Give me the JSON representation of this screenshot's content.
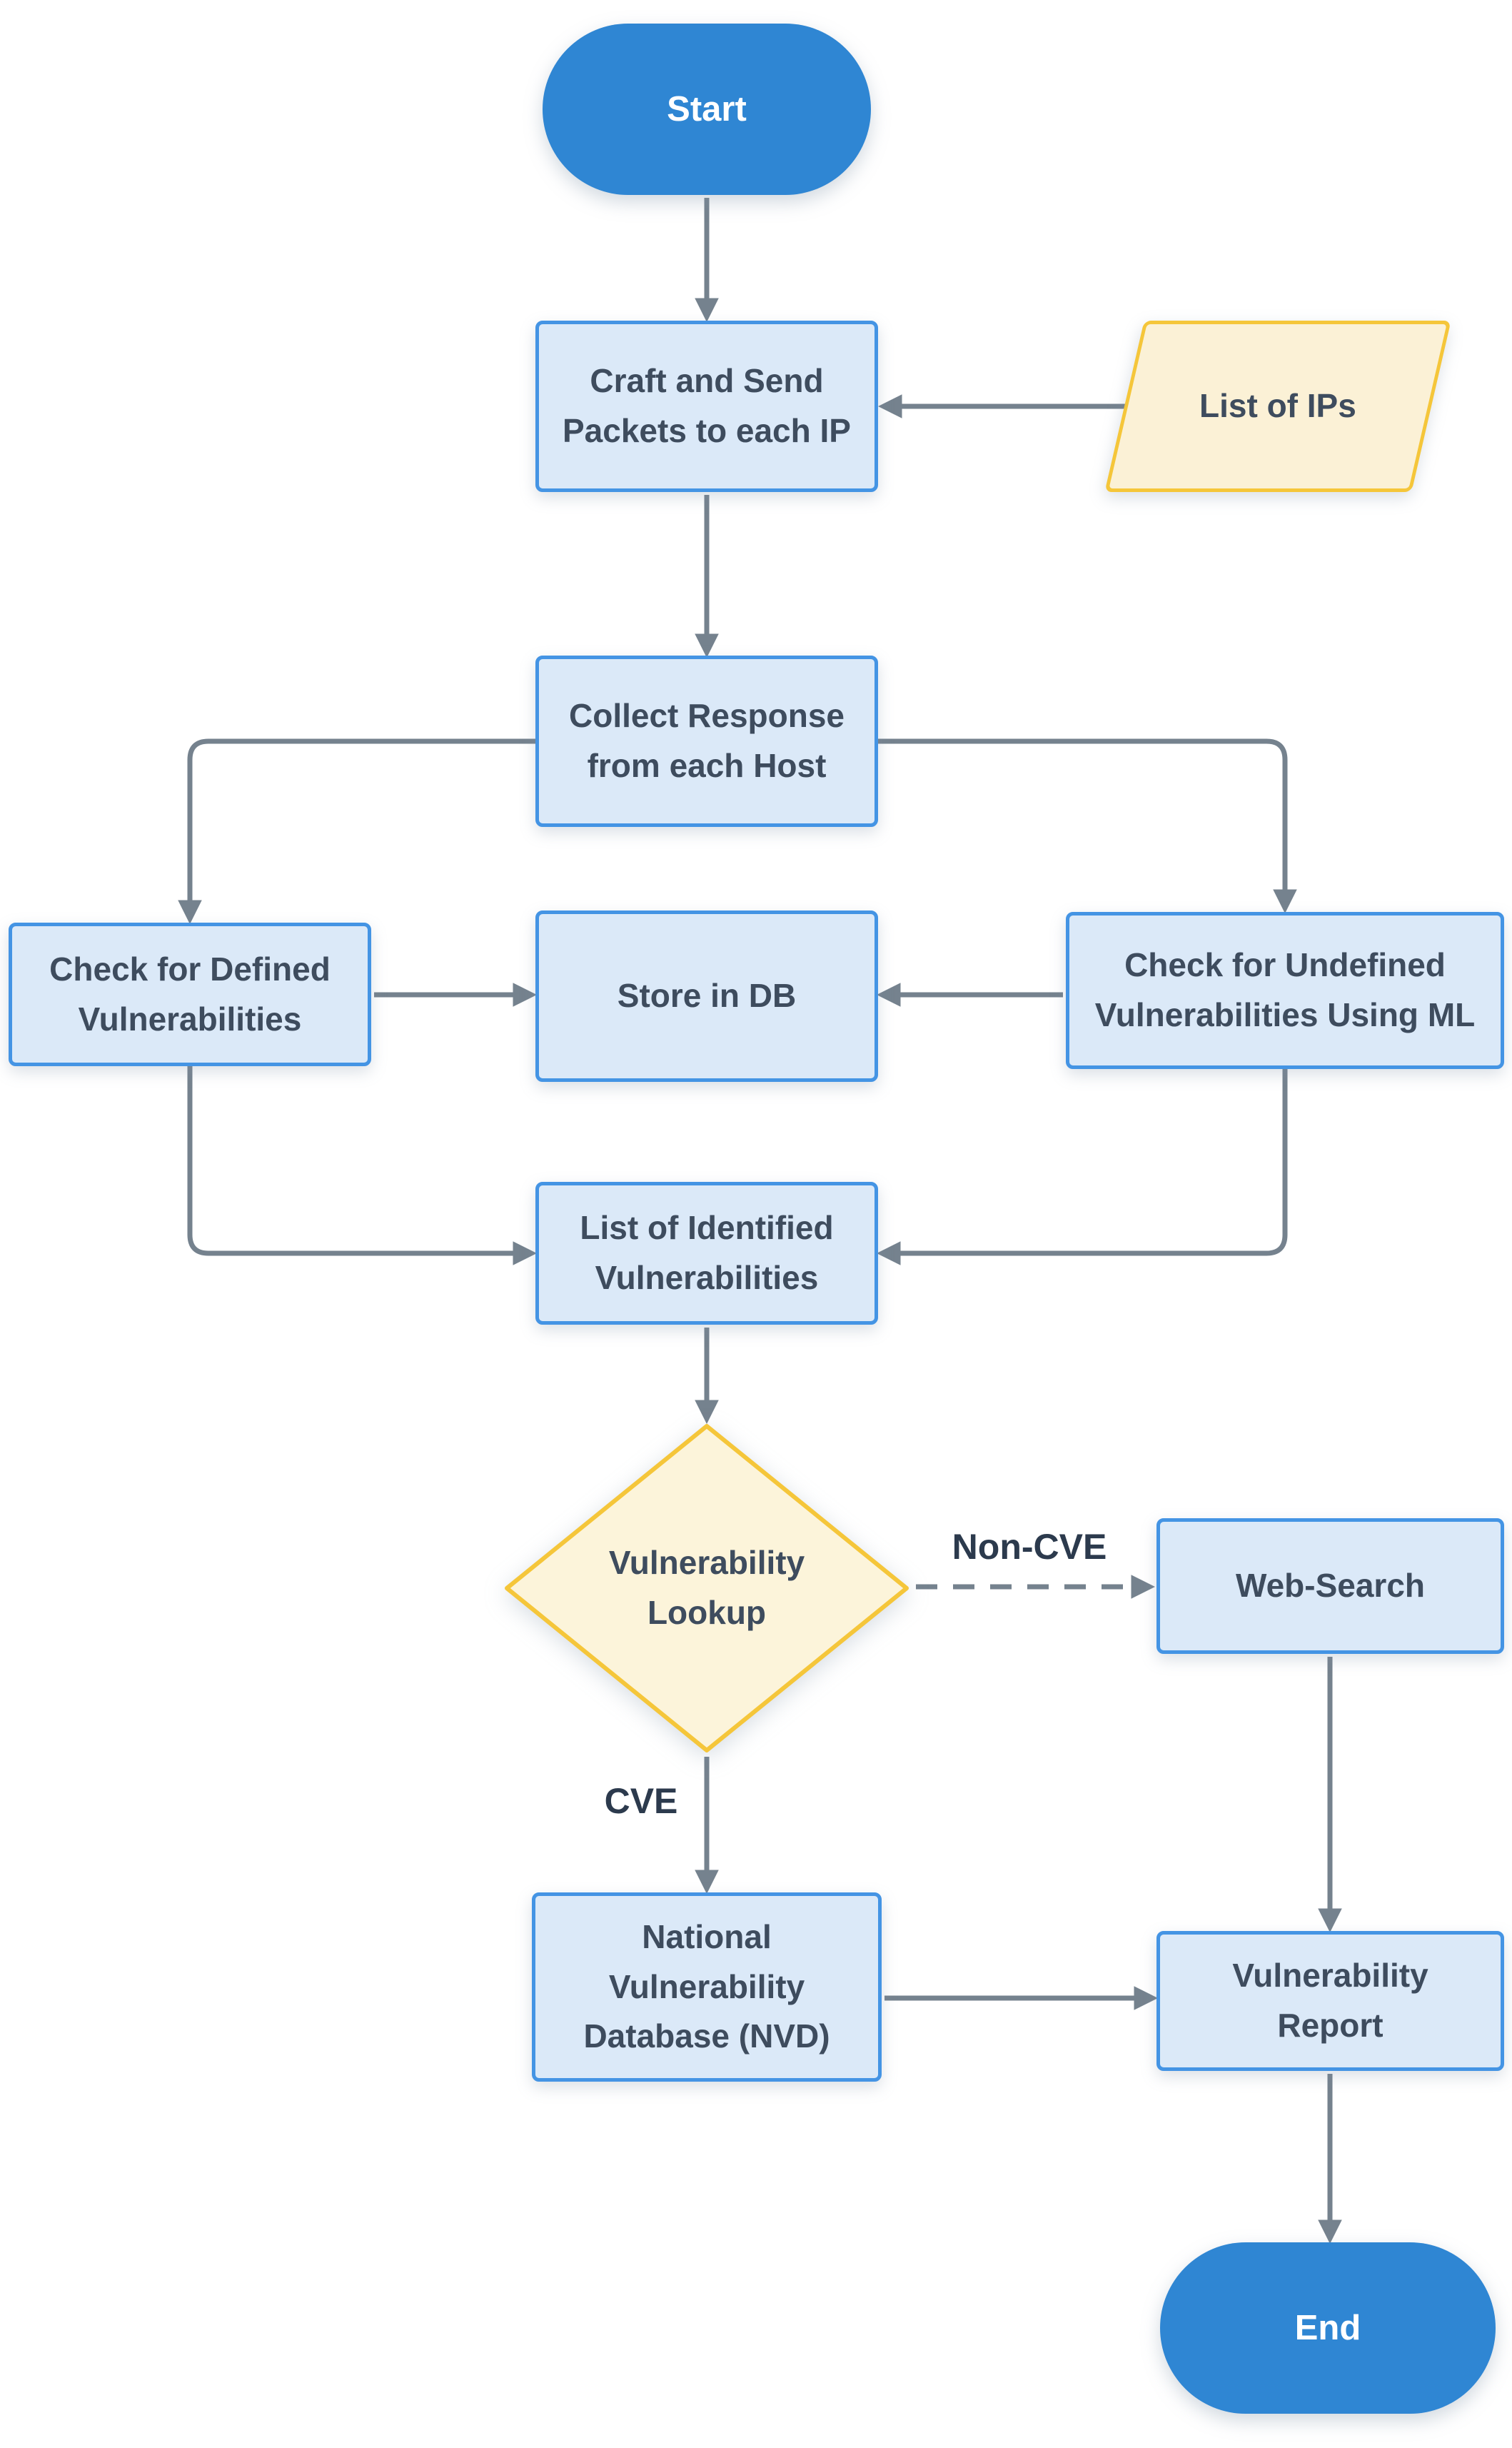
{
  "diagram": {
    "type": "flowchart",
    "nodes": {
      "start": {
        "label": "Start",
        "shape": "terminator"
      },
      "craft": {
        "label": "Craft and Send\nPackets to each IP",
        "shape": "process"
      },
      "list_of_ips": {
        "label": "List of IPs",
        "shape": "data"
      },
      "collect": {
        "label": "Collect Response\nfrom each Host",
        "shape": "process"
      },
      "check_defined": {
        "label": "Check for Defined\nVulnerabilities",
        "shape": "process"
      },
      "store_db": {
        "label": "Store in DB",
        "shape": "process"
      },
      "check_undefined": {
        "label": "Check for Undefined\nVulnerabilities Using ML",
        "shape": "process"
      },
      "list_identified": {
        "label": "List of Identified\nVulnerabilities",
        "shape": "process"
      },
      "lookup": {
        "label": "Vulnerability\nLookup",
        "shape": "decision"
      },
      "web_search": {
        "label": "Web-Search",
        "shape": "process"
      },
      "nvd": {
        "label": "National\nVulnerability\nDatabase (NVD)",
        "shape": "process"
      },
      "report": {
        "label": "Vulnerability\nReport",
        "shape": "process"
      },
      "end": {
        "label": "End",
        "shape": "terminator"
      }
    },
    "edge_labels": {
      "non_cve": "Non-CVE",
      "cve": "CVE"
    },
    "edges": [
      {
        "from": "Start",
        "to": "Craft and Send Packets to each IP",
        "style": "solid"
      },
      {
        "from": "List of IPs",
        "to": "Craft and Send Packets to each IP",
        "style": "solid"
      },
      {
        "from": "Craft and Send Packets to each IP",
        "to": "Collect Response from each Host",
        "style": "solid"
      },
      {
        "from": "Collect Response from each Host",
        "to": "Check for Defined Vulnerabilities",
        "style": "solid"
      },
      {
        "from": "Collect Response from each Host",
        "to": "Check for Undefined Vulnerabilities Using ML",
        "style": "solid"
      },
      {
        "from": "Check for Defined Vulnerabilities",
        "to": "Store in DB",
        "style": "solid"
      },
      {
        "from": "Check for Undefined Vulnerabilities Using ML",
        "to": "Store in DB",
        "style": "solid"
      },
      {
        "from": "Check for Defined Vulnerabilities",
        "to": "List of Identified Vulnerabilities",
        "style": "solid"
      },
      {
        "from": "Check for Undefined Vulnerabilities Using ML",
        "to": "List of Identified Vulnerabilities",
        "style": "solid"
      },
      {
        "from": "List of Identified Vulnerabilities",
        "to": "Vulnerability Lookup",
        "style": "solid"
      },
      {
        "from": "Vulnerability Lookup",
        "to": "Web-Search",
        "label": "Non-CVE",
        "style": "dashed"
      },
      {
        "from": "Vulnerability Lookup",
        "to": "National Vulnerability Database (NVD)",
        "label": "CVE",
        "style": "solid"
      },
      {
        "from": "National Vulnerability Database (NVD)",
        "to": "Vulnerability Report",
        "style": "solid"
      },
      {
        "from": "Web-Search",
        "to": "Vulnerability Report",
        "style": "solid"
      },
      {
        "from": "Vulnerability Report",
        "to": "End",
        "style": "solid"
      }
    ],
    "colors": {
      "terminator_fill": "#2f86d3",
      "process_fill": "#dbe9f8",
      "process_border": "#4494e4",
      "data_fill": "#fbf1d6",
      "data_border": "#f5c63a",
      "decision_fill": "#fcf4da",
      "arrow": "#75828e",
      "node_text": "#3e4c5e",
      "edge_label_text": "#2c3a4d"
    }
  }
}
